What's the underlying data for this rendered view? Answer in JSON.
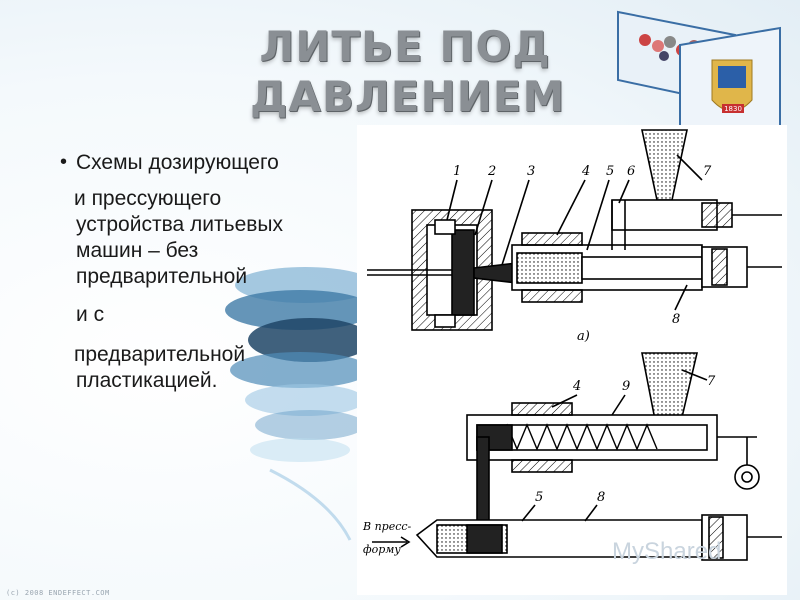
{
  "slide": {
    "title_line1": "ЛИТЬЕ ПОД",
    "title_line2": "ДАВЛЕНИЕМ",
    "bullet_marker": "•",
    "bullet_lines": [
      "Схемы дозирующего",
      "и прессующего",
      "устройства литьевых",
      "машин – без",
      "предварительной",
      "и с",
      "предварительной",
      "пластикацией."
    ],
    "watermark": "(c) 2008 ENDEFFECT.COM",
    "mysh_label": "MyShared",
    "badge_year": "1830"
  },
  "figure": {
    "top_numbers": [
      "1",
      "2",
      "3",
      "4",
      "5",
      "6",
      "7"
    ],
    "label_8_top": "8",
    "label_a": "а)",
    "bottom_numbers": [
      "4",
      "9",
      "7"
    ],
    "bottom_numbers_lower": [
      "5",
      "8"
    ],
    "mold_label_line1": "В пресс-",
    "mold_label_line2": "форму"
  },
  "colors": {
    "title_color": "#8a8f94",
    "text_color": "#1a1a1a",
    "frame_blue": "#3a6ea5"
  }
}
